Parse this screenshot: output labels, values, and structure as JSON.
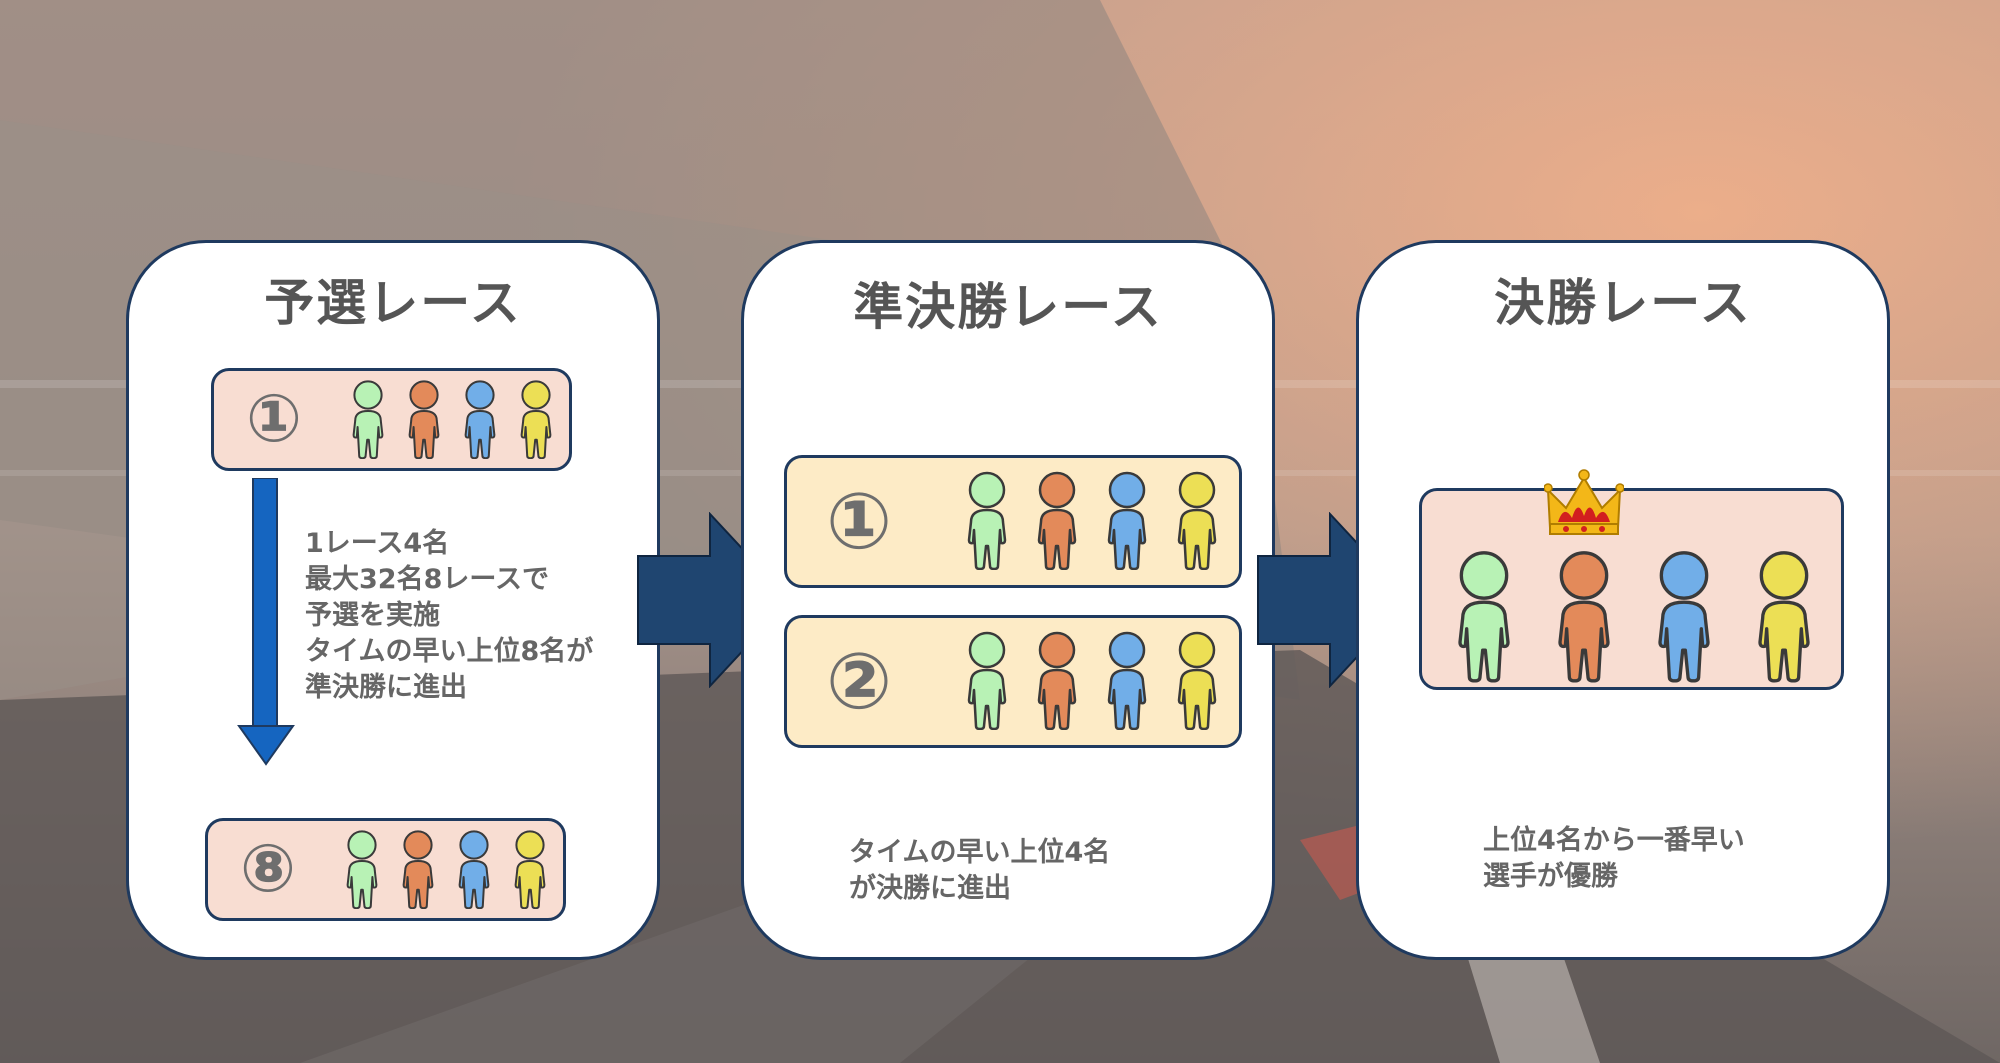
{
  "panels": {
    "qualifier": {
      "title": "予選レース",
      "top_race_number": "①",
      "bottom_race_number": "⑧",
      "description": [
        "1レース4名",
        "最大32名8レースで",
        "予選を実施",
        "タイムの早い上位8名が",
        "準決勝に進出"
      ]
    },
    "semifinal": {
      "title": "準決勝レース",
      "race1_number": "①",
      "race2_number": "②",
      "description": [
        "タイムの早い上位4名",
        "が決勝に進出"
      ]
    },
    "final": {
      "title": "決勝レース",
      "description": [
        "上位4名から一番早い",
        "選手が優勝"
      ]
    }
  },
  "colors": {
    "panel_border": "#1f3a5f",
    "arrow": "#1f4570",
    "down_arrow": "#1565c0",
    "player_green": "#b8f2b5",
    "player_orange": "#e38a5a",
    "player_blue": "#71aee8",
    "player_yellow": "#ecdf55",
    "crown": "#f3b718"
  },
  "icons": [
    "person-icon",
    "crown-icon",
    "right-arrow-icon",
    "down-arrow-icon"
  ]
}
